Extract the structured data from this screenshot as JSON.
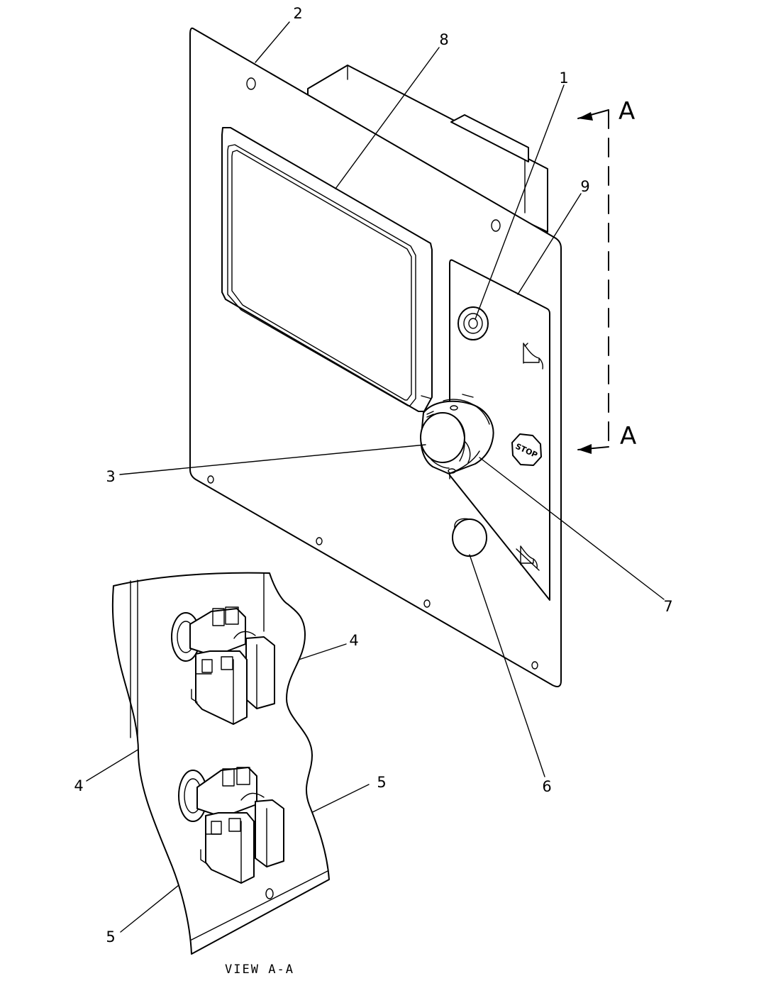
{
  "callouts": {
    "c1": "1",
    "c2": "2",
    "c3": "3",
    "c4a": "4",
    "c4b": "4",
    "c5a": "5",
    "c5b": "5",
    "c6": "6",
    "c7": "7",
    "c8": "8",
    "c9": "9"
  },
  "section_marks": {
    "top": "A",
    "bottom": "A"
  },
  "stop_icon_text": "STOP",
  "view_caption": "VIEW A-A",
  "icons": [
    "horn-icon",
    "stop-sign-icon",
    "horn-silence-icon"
  ]
}
